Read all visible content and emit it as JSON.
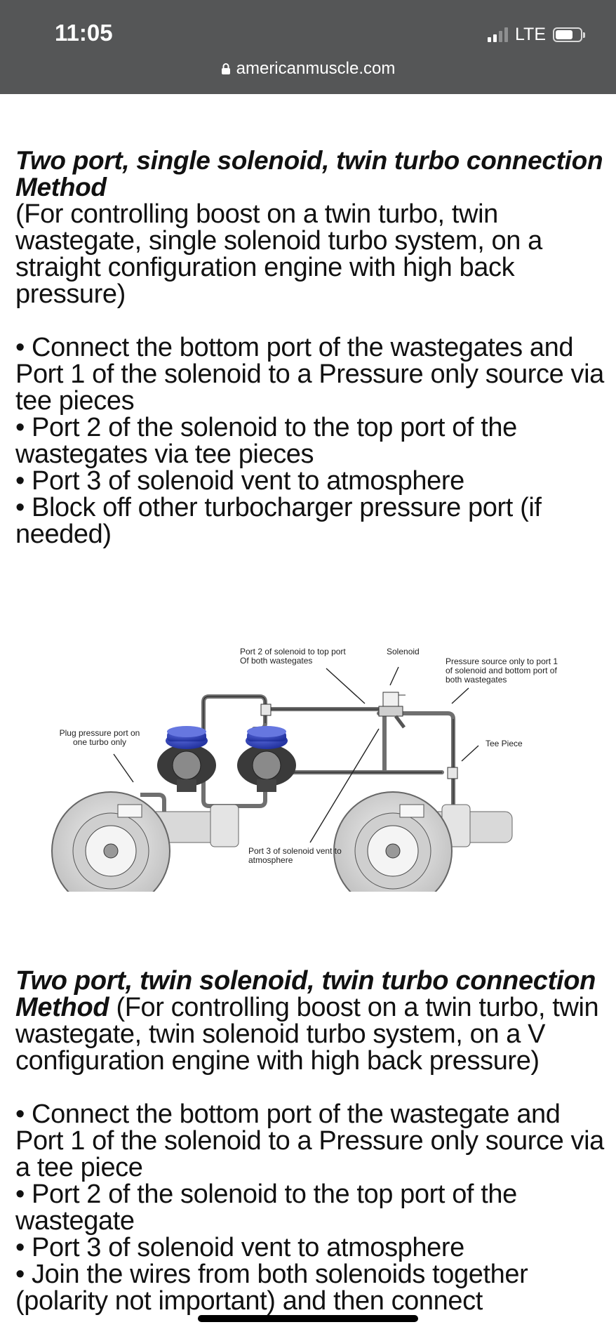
{
  "status_bar": {
    "time": "11:05",
    "network": "LTE",
    "url": "americanmuscle.com"
  },
  "section1": {
    "heading": "Two port, single solenoid, twin turbo connection Method",
    "subtitle": "(For controlling boost on a twin turbo, twin wastegate, single solenoid turbo system, on a straight configuration engine with high back pressure)",
    "bullets": [
      "• Connect the bottom port of the wastegates and Port 1 of the solenoid to a Pressure only source via tee pieces",
      "• Port 2 of the solenoid to the top port of the wastegates via tee pieces",
      "• Port 3 of solenoid vent to atmosphere",
      "• Block off other turbocharger pressure port (if needed)"
    ]
  },
  "diagram": {
    "label_port2": "Port 2 of solenoid to top port Of both wastegates",
    "label_solenoid": "Solenoid",
    "label_pressure": "Pressure source only to port 1 of solenoid and bottom port of both wastegates",
    "label_plug": "Plug pressure port on one turbo only",
    "label_tee": "Tee Piece",
    "label_port3": "Port 3 of solenoid vent to atmosphere"
  },
  "section2": {
    "heading": "Two port, twin solenoid, twin turbo connection Method",
    "subtitle": " (For controlling boost on a twin turbo, twin wastegate, twin solenoid turbo system, on a V configuration engine with high back pressure)",
    "bullets": [
      "• Connect the bottom port of the wastegate and Port 1 of the solenoid to a Pressure only source via a tee piece",
      "• Port 2 of the solenoid to the top port of the wastegate",
      "• Port 3 of solenoid vent to atmosphere",
      "• Join the wires from both solenoids together (polarity not important) and then connect"
    ]
  },
  "colors": {
    "status_bar_bg": "#555657",
    "wastegate_blue": "#1f2f9c",
    "pipe_gray": "#6f6f6f"
  }
}
